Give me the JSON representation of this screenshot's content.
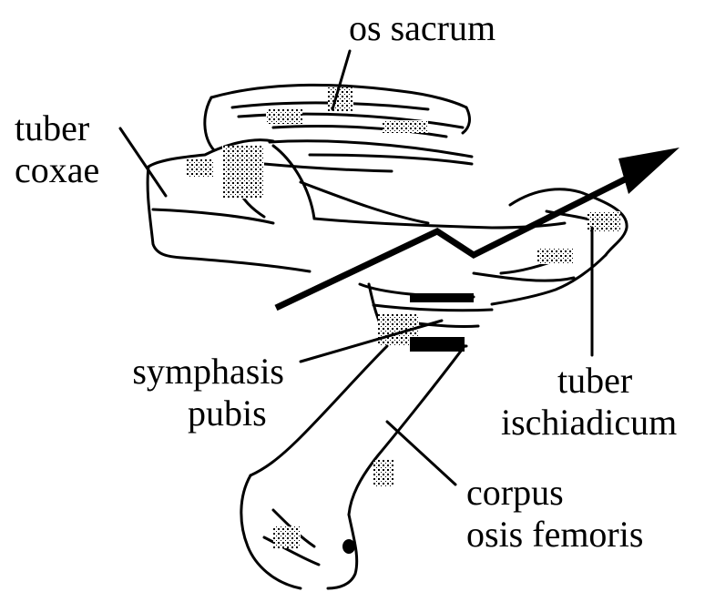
{
  "labels": {
    "os_sacrum": "os sacrum",
    "tuber_coxae": [
      "tuber",
      "coxae"
    ],
    "symphasis_pubis": [
      "symphasis",
      "pubis"
    ],
    "tuber_ischiadicum": [
      "tuber",
      "ischiadicum"
    ],
    "corpus_osis_femoris": [
      "corpus",
      "osis femoris"
    ]
  },
  "colors": {
    "ink": "#000000",
    "background": "#ffffff"
  }
}
